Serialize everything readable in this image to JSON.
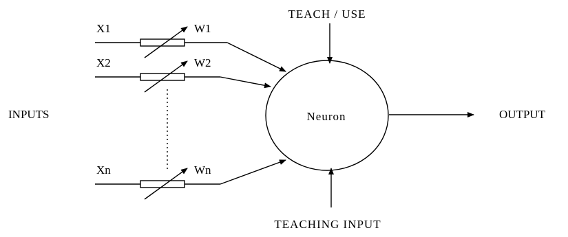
{
  "labels": {
    "x1": "X1",
    "x2": "X2",
    "xn": "Xn",
    "w1": "W1",
    "w2": "W2",
    "wn": "Wn",
    "inputs": "INPUTS",
    "neuron": "Neuron",
    "output": "OUTPUT",
    "teach_use": "TEACH / USE",
    "teaching_input": "TEACHING INPUT"
  },
  "colors": {
    "stroke": "#000000",
    "background": "#ffffff"
  }
}
